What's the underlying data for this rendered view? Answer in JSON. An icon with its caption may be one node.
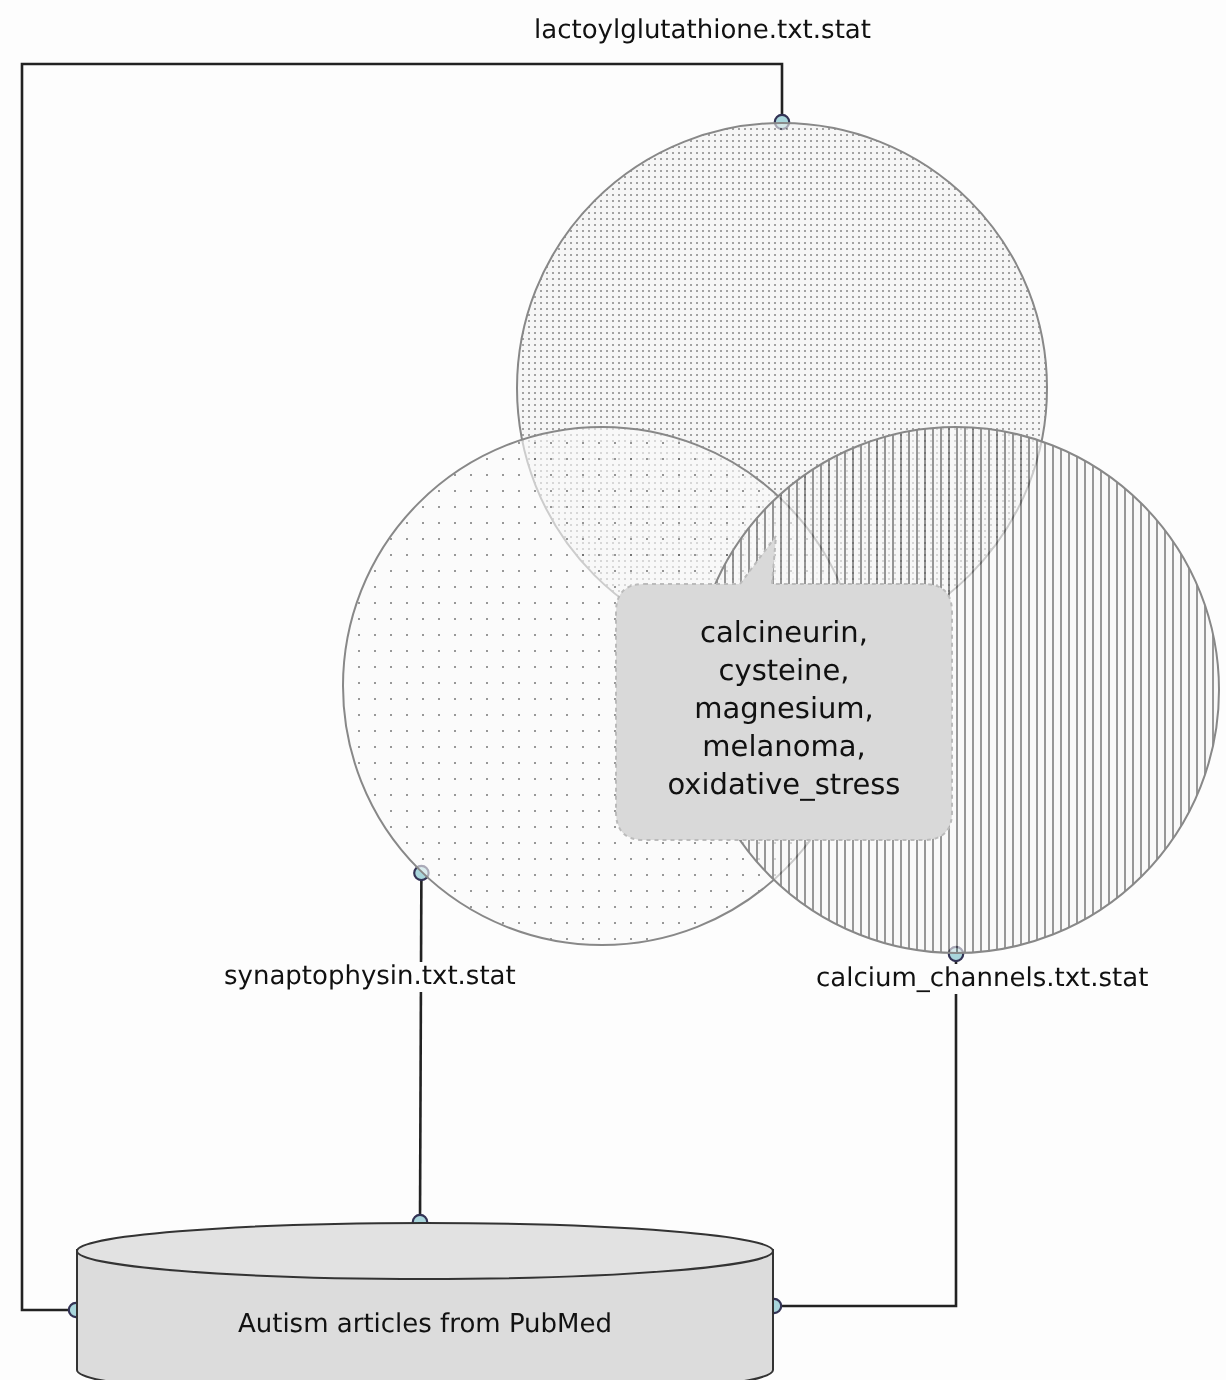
{
  "diagram": {
    "nodes": [
      {
        "text": [
          "lactoylglutathione.txt.stat"
        ]
      },
      {
        "text": [
          "synaptophysin.txt.stat"
        ]
      },
      {
        "text": [
          "calcium_channels.txt.stat"
        ]
      },
      {
        "text": [
          "calcineurin, cysteine, magnesium, melanoma, oxidative_stress"
        ]
      },
      {
        "text": [
          "Autism articles from PubMed"
        ]
      }
    ],
    "edges": [
      {
        "from": 4,
        "to": 0,
        "arrow": "other"
      },
      {
        "from": 4,
        "to": 1,
        "arrow": "other"
      },
      {
        "from": 4,
        "to": 2,
        "arrow": "other"
      }
    ]
  }
}
